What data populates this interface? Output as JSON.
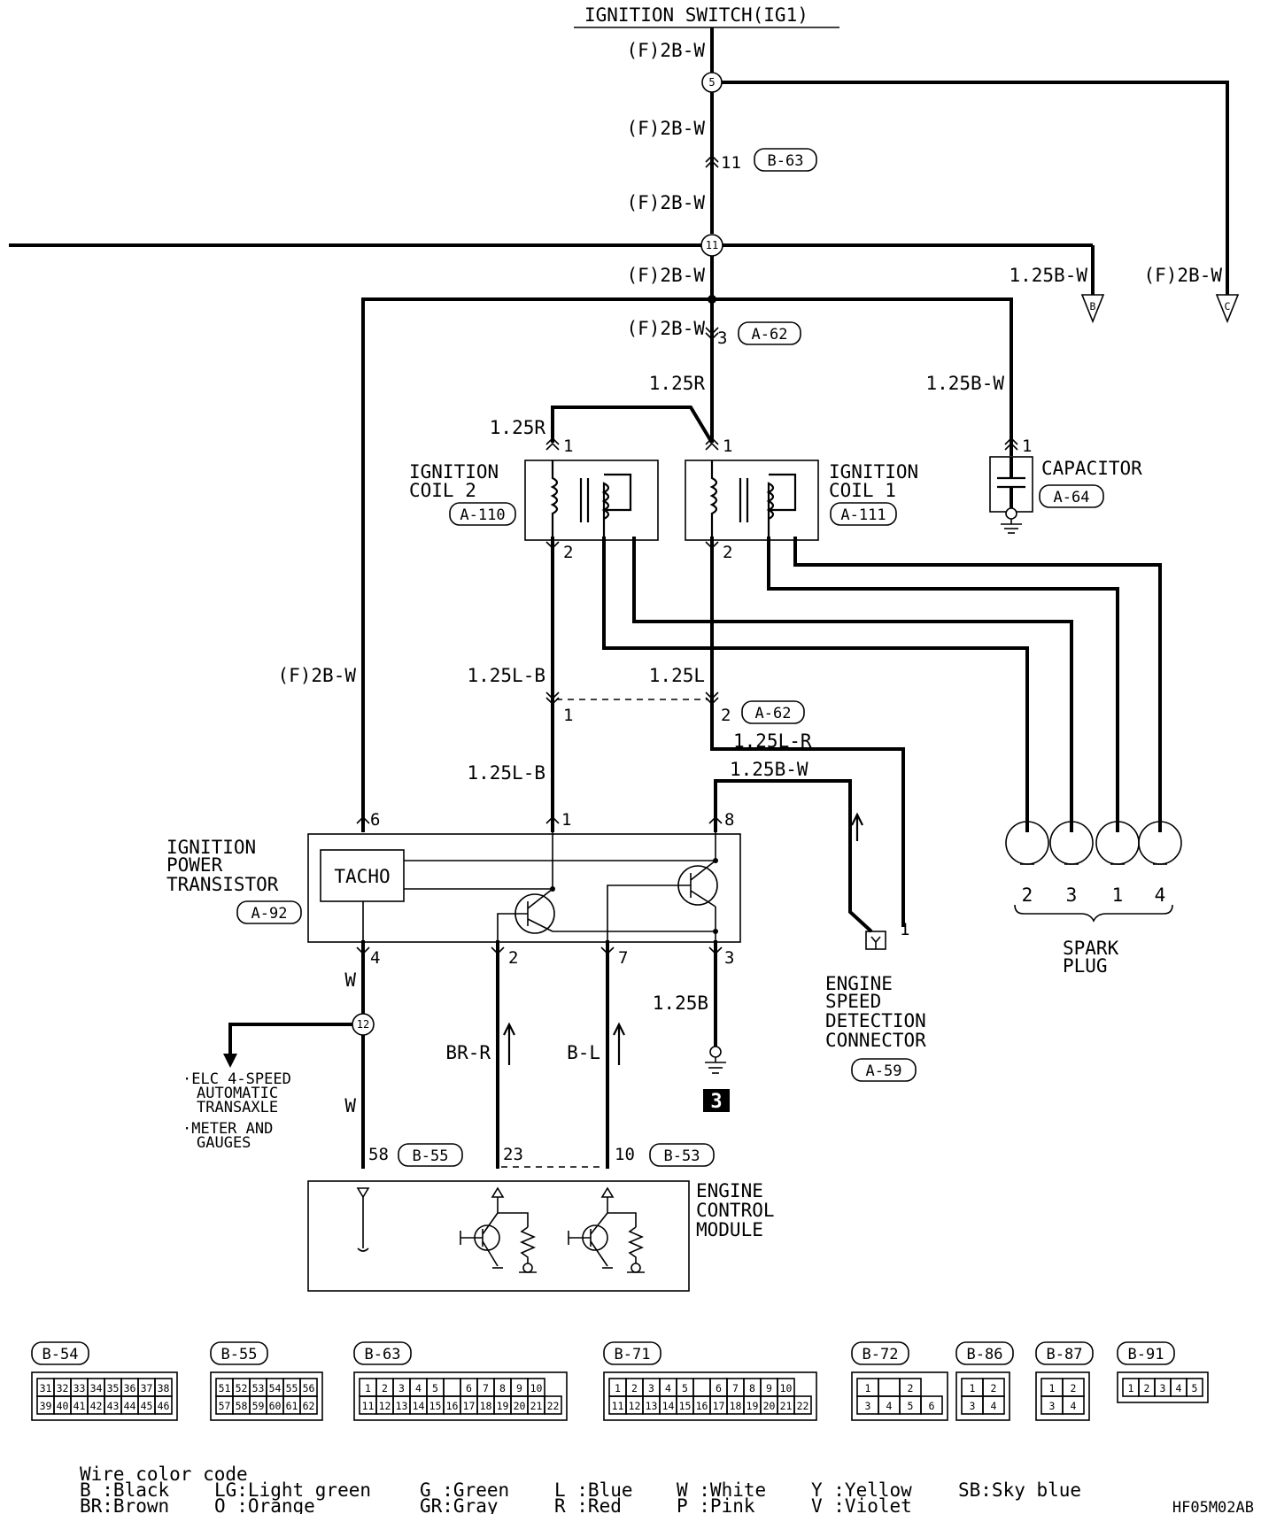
{
  "labels": {
    "ignition_switch": "IGNITION SWITCH(IG1)",
    "w_f2bw": "(F)2B-W",
    "w_125r": "1.25R",
    "w_125bw": "1.25B-W",
    "w_125lb": "1.25L-B",
    "w_125l": "1.25L",
    "w_125lr": "1.25L-R",
    "w_125b": "1.25B",
    "w_w": "W",
    "w_brr": "BR-R",
    "w_bl": "B-L",
    "ign_coil2": [
      "IGNITION",
      "COIL 2"
    ],
    "ign_coil1": [
      "IGNITION",
      "COIL 1"
    ],
    "capacitor": "CAPACITOR",
    "ign_power_transistor": [
      "IGNITION",
      "POWER",
      "TRANSISTOR"
    ],
    "tacho": "TACHO",
    "engine_speed_connector": [
      "ENGINE",
      "SPEED",
      "DETECTION",
      "CONNECTOR"
    ],
    "spark_plug": [
      "SPARK",
      "PLUG"
    ],
    "ecm": [
      "ENGINE",
      "CONTROL",
      "MODULE"
    ],
    "elc_note": [
      "·ELC 4-SPEED",
      "AUTOMATIC",
      "TRANSAXLE"
    ],
    "meter_note": [
      "·METER AND",
      "GAUGES"
    ],
    "ground_ref": "3",
    "ref_b": "B",
    "ref_c": "C",
    "splice_5": "5",
    "splice_11": "11",
    "splice_12": "12",
    "figure_code": "HF05M02AB"
  },
  "connectors": {
    "b63": "B-63",
    "a62": "A-62",
    "a110": "A-110",
    "a111": "A-111",
    "a64": "A-64",
    "a92": "A-92",
    "a59": "A-59",
    "b55": "B-55",
    "b53": "B-53"
  },
  "pins": {
    "p11": "11",
    "p3": "3",
    "p1": "1",
    "p2": "2",
    "p4": "4",
    "p6": "6",
    "p7": "7",
    "p8": "8",
    "p58": "58",
    "p23": "23",
    "p10": "10"
  },
  "spark_plug_numbers": [
    "2",
    "3",
    "1",
    "4"
  ],
  "connector_legend": [
    {
      "name": "B-54",
      "rows": [
        [
          "31",
          "32",
          "33",
          "34",
          "35",
          "36",
          "37",
          "38"
        ],
        [
          "39",
          "40",
          "41",
          "42",
          "43",
          "44",
          "45",
          "46"
        ]
      ]
    },
    {
      "name": "B-55",
      "rows": [
        [
          "51",
          "52",
          "53",
          "54",
          "55",
          "56"
        ],
        [
          "57",
          "58",
          "59",
          "60",
          "61",
          "62"
        ]
      ]
    },
    {
      "name": "B-63",
      "rows": [
        [
          "1",
          "2",
          "3",
          "4",
          "5",
          "",
          "6",
          "7",
          "8",
          "9",
          "10"
        ],
        [
          "11",
          "12",
          "13",
          "14",
          "15",
          "16",
          "17",
          "18",
          "19",
          "20",
          "21",
          "22"
        ]
      ]
    },
    {
      "name": "B-71",
      "rows": [
        [
          "1",
          "2",
          "3",
          "4",
          "5",
          "",
          "6",
          "7",
          "8",
          "9",
          "10"
        ],
        [
          "11",
          "12",
          "13",
          "14",
          "15",
          "16",
          "17",
          "18",
          "19",
          "20",
          "21",
          "22"
        ]
      ]
    },
    {
      "name": "B-72",
      "rows": [
        [
          "1",
          "",
          "2"
        ],
        [
          "3",
          "4",
          "5",
          "6"
        ]
      ]
    },
    {
      "name": "B-86",
      "rows": [
        [
          "1",
          "2"
        ],
        [
          "3",
          "4"
        ]
      ]
    },
    {
      "name": "B-87",
      "rows": [
        [
          "1",
          "2"
        ],
        [
          "3",
          "4"
        ]
      ]
    },
    {
      "name": "B-91",
      "rows": [
        [
          "1",
          "2",
          "3",
          "4",
          "5"
        ]
      ]
    }
  ],
  "wire_color_code": {
    "title": "Wire color code",
    "entries": [
      [
        "B :Black",
        "BR:Brown"
      ],
      [
        "LG:Light green",
        "O :Orange"
      ],
      [
        "G :Green",
        "GR:Gray"
      ],
      [
        "L :Blue",
        "R :Red"
      ],
      [
        "W :White",
        "P :Pink"
      ],
      [
        "Y :Yellow",
        "V :Violet"
      ],
      [
        "SB:Sky blue"
      ]
    ]
  }
}
